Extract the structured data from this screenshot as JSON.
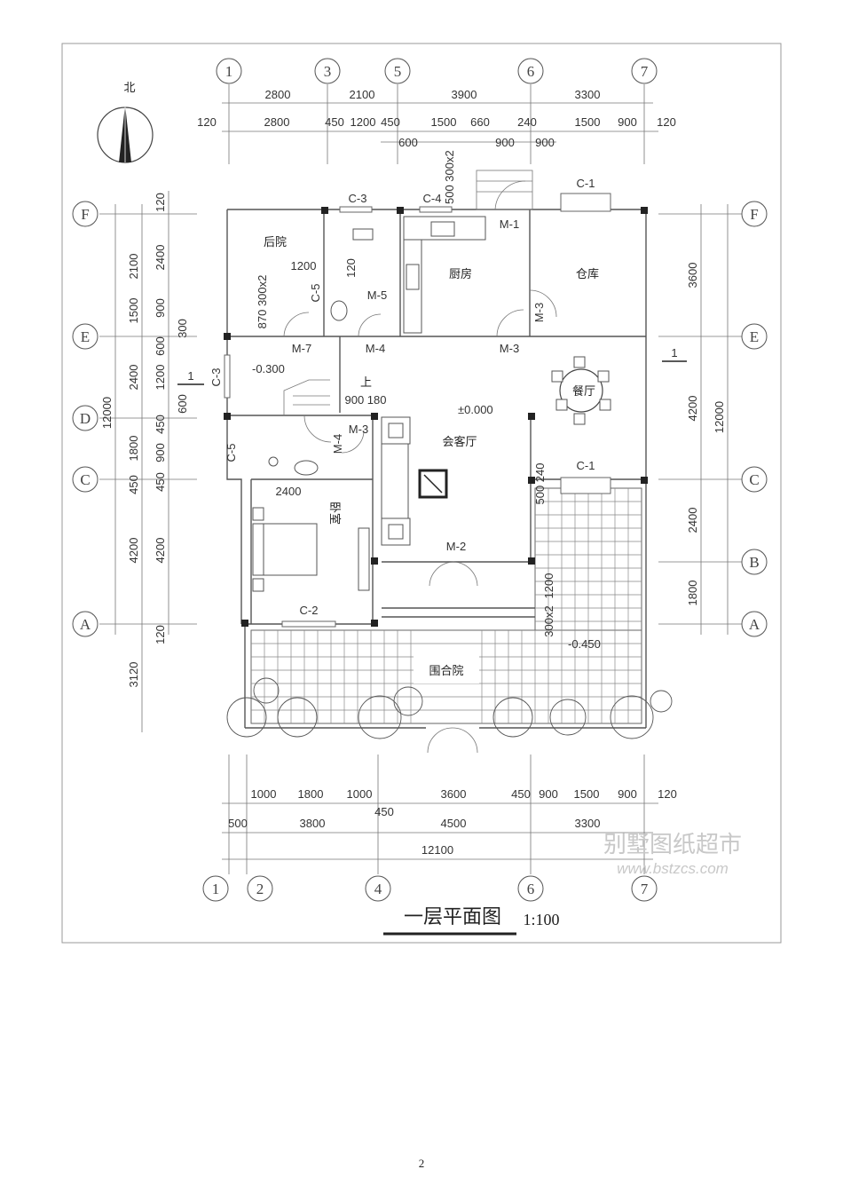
{
  "axes_top": [
    "1",
    "3",
    "5",
    "6",
    "7"
  ],
  "axes_bottom": [
    "1",
    "2",
    "4",
    "6",
    "7"
  ],
  "axes_left": [
    "F",
    "E",
    "D",
    "C",
    "A"
  ],
  "axes_right": [
    "F",
    "E",
    "C",
    "B",
    "A"
  ],
  "north_label": "北",
  "dims_top_row1": [
    "2800",
    "2100",
    "3900",
    "3300"
  ],
  "dims_top_row2": [
    "120",
    "2800",
    "450",
    "1200",
    "450",
    "1500",
    "660",
    "240",
    "1500",
    "900",
    "120"
  ],
  "dims_top_row3": [
    "600",
    "900",
    "900"
  ],
  "dims_top_vertical": "500 300x2",
  "dims_left_outer": [
    "2100",
    "1500",
    "2400",
    "1800",
    "450",
    "4200"
  ],
  "dims_left_total": "12000",
  "dims_left_inner": [
    "2400",
    "900",
    "300",
    "600",
    "1200",
    "600",
    "450",
    "900",
    "450",
    "4200",
    "120"
  ],
  "dims_left_top": "120",
  "dims_left_bottom": "3120",
  "dims_right": [
    "3600",
    "4200",
    "2400",
    "1800"
  ],
  "dims_right_total": "12000",
  "dims_bottom_row1": [
    "1000",
    "1800",
    "1000",
    "3600",
    "450",
    "900",
    "1500",
    "900",
    "120"
  ],
  "dims_bottom_row2": [
    "500",
    "3800",
    "450",
    "4500",
    "3300"
  ],
  "dims_bottom_total": "12100",
  "rooms": {
    "backyard": "后院",
    "kitchen": "厨房",
    "storage": "仓库",
    "dining": "餐厅",
    "living": "会客厅",
    "bedroom": "卧室",
    "courtyard": "围合院",
    "stairs_up": "上"
  },
  "marks": {
    "c1a": "C-1",
    "c1b": "C-1",
    "c2": "C-2",
    "c3a": "C-3",
    "c3b": "C-3",
    "c4": "C-4",
    "c5a": "C-5",
    "c5b": "C-5",
    "m1": "M-1",
    "m2": "M-2",
    "m3a": "M-3",
    "m3b": "M-3",
    "m3c": "M-3",
    "m4a": "M-4",
    "m4b": "M-4",
    "m5": "M-5",
    "m7": "M-7"
  },
  "levels": {
    "back": "-0.300",
    "main": "±0.000",
    "court": "-0.450"
  },
  "inner_dims": {
    "d1200": "1200",
    "d870": "870 300x2",
    "d120": "120",
    "d900_180": "900 180",
    "d2400": "2400",
    "d500_240": "500 240",
    "d1200b": "1200",
    "d300x2": "300x2"
  },
  "section_mark": "1",
  "title": "一层平面图",
  "scale": "1:100",
  "watermark_cn": "别墅图纸超市",
  "watermark_url": "www.bstzcs.com",
  "page_number": "2"
}
